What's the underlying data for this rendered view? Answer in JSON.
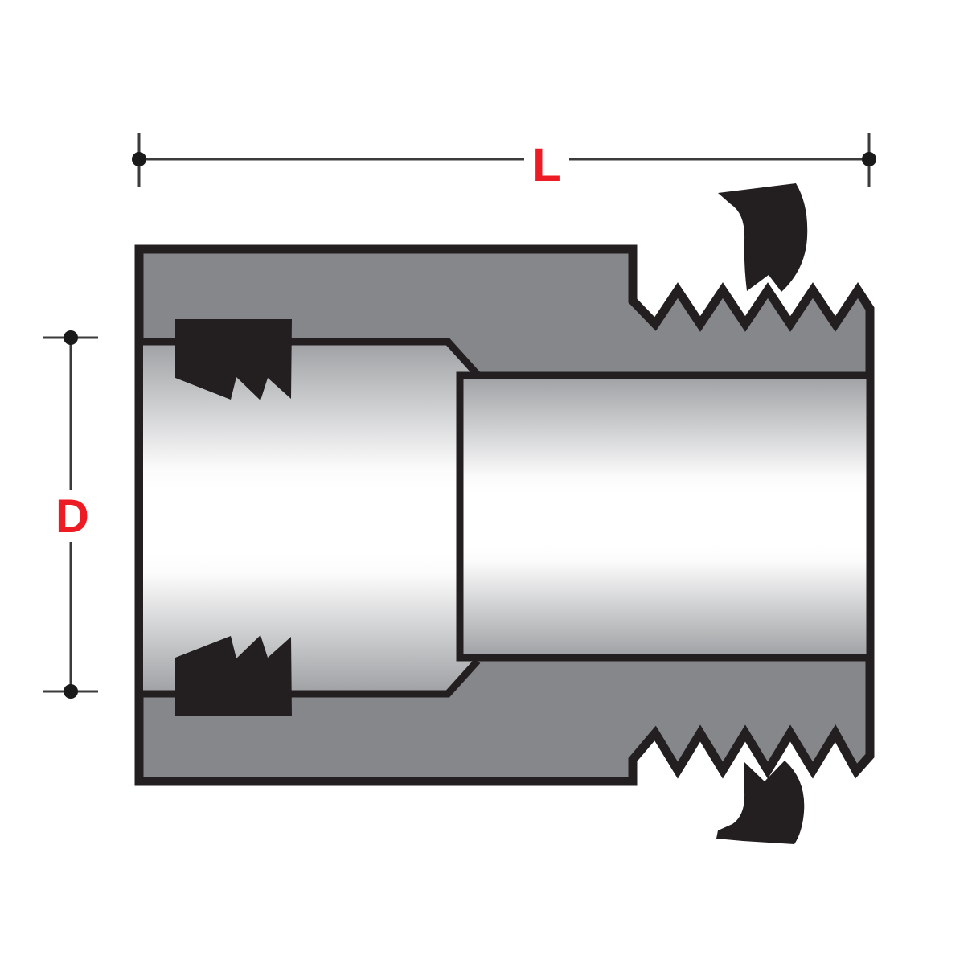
{
  "diagram": {
    "kind": "pipe-fitting-cross-section",
    "dimension_labels": {
      "length": "L",
      "diameter": "D"
    }
  },
  "colors": {
    "accent_red": "#ED1C24",
    "outline_black": "#231F20",
    "body_gray": "#85878A",
    "bore_edge_gray": "#9EA0A3",
    "bore_highlight": "#FFFFFF",
    "dimension_line_gray": "#3B3B3B",
    "background": "#FFFFFF"
  }
}
